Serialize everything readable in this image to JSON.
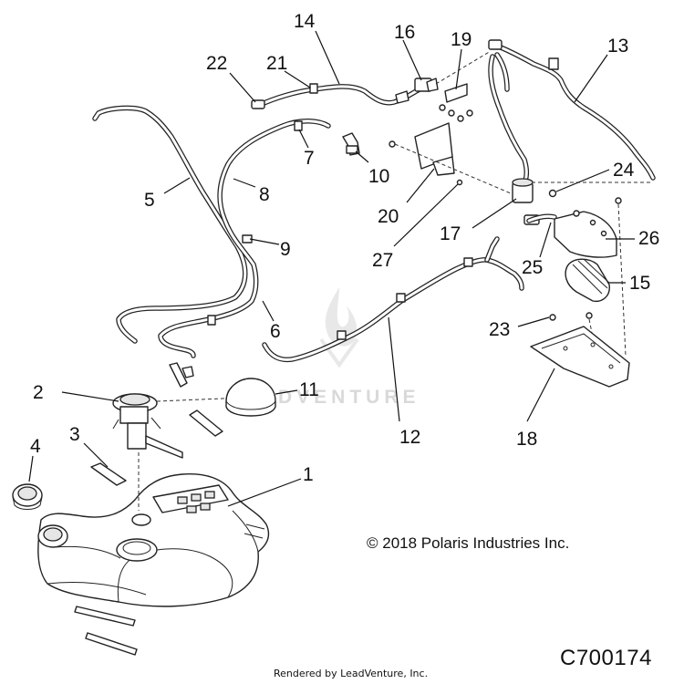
{
  "callouts": [
    {
      "number": "1"
    },
    {
      "number": "2"
    },
    {
      "number": "3"
    },
    {
      "number": "4"
    },
    {
      "number": "5"
    },
    {
      "number": "6"
    },
    {
      "number": "7"
    },
    {
      "number": "8"
    },
    {
      "number": "9"
    },
    {
      "number": "10"
    },
    {
      "number": "11"
    },
    {
      "number": "12"
    },
    {
      "number": "13"
    },
    {
      "number": "14"
    },
    {
      "number": "15"
    },
    {
      "number": "16"
    },
    {
      "number": "17"
    },
    {
      "number": "18"
    },
    {
      "number": "19"
    },
    {
      "number": "20"
    },
    {
      "number": "21"
    },
    {
      "number": "22"
    },
    {
      "number": "23"
    },
    {
      "number": "24"
    },
    {
      "number": "25"
    },
    {
      "number": "26"
    },
    {
      "number": "27"
    }
  ],
  "copyright": "© 2018 Polaris Industries Inc.",
  "figure_id": "C700174",
  "render_credit": "Rendered by LeadVenture, Inc.",
  "watermark": "LEADVENTURE"
}
